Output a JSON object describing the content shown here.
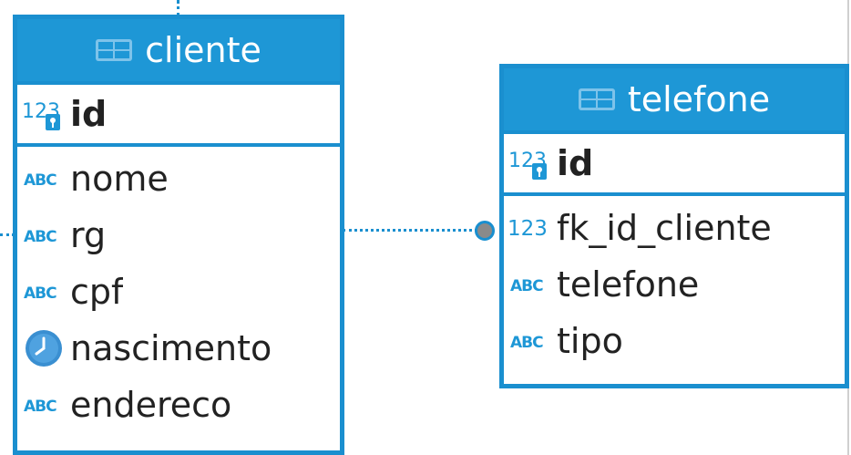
{
  "entities": [
    {
      "name": "cliente",
      "pk": {
        "name": "id",
        "type_icon": "numeric-key-icon"
      },
      "columns": [
        {
          "name": "nome",
          "type_icon": "text-abc-icon"
        },
        {
          "name": "rg",
          "type_icon": "text-abc-icon"
        },
        {
          "name": "cpf",
          "type_icon": "text-abc-icon"
        },
        {
          "name": "nascimento",
          "type_icon": "clock-icon"
        },
        {
          "name": "endereco",
          "type_icon": "text-abc-icon"
        }
      ]
    },
    {
      "name": "telefone",
      "pk": {
        "name": "id",
        "type_icon": "numeric-key-icon"
      },
      "columns": [
        {
          "name": "fk_id_cliente",
          "type_icon": "numeric-icon"
        },
        {
          "name": "telefone",
          "type_icon": "text-abc-icon"
        },
        {
          "name": "tipo",
          "type_icon": "text-abc-icon"
        }
      ]
    }
  ],
  "colors": {
    "accent": "#1e97d6",
    "border": "#1a8fcf",
    "text": "#222222",
    "fk_knob": "#8a8a8a"
  }
}
